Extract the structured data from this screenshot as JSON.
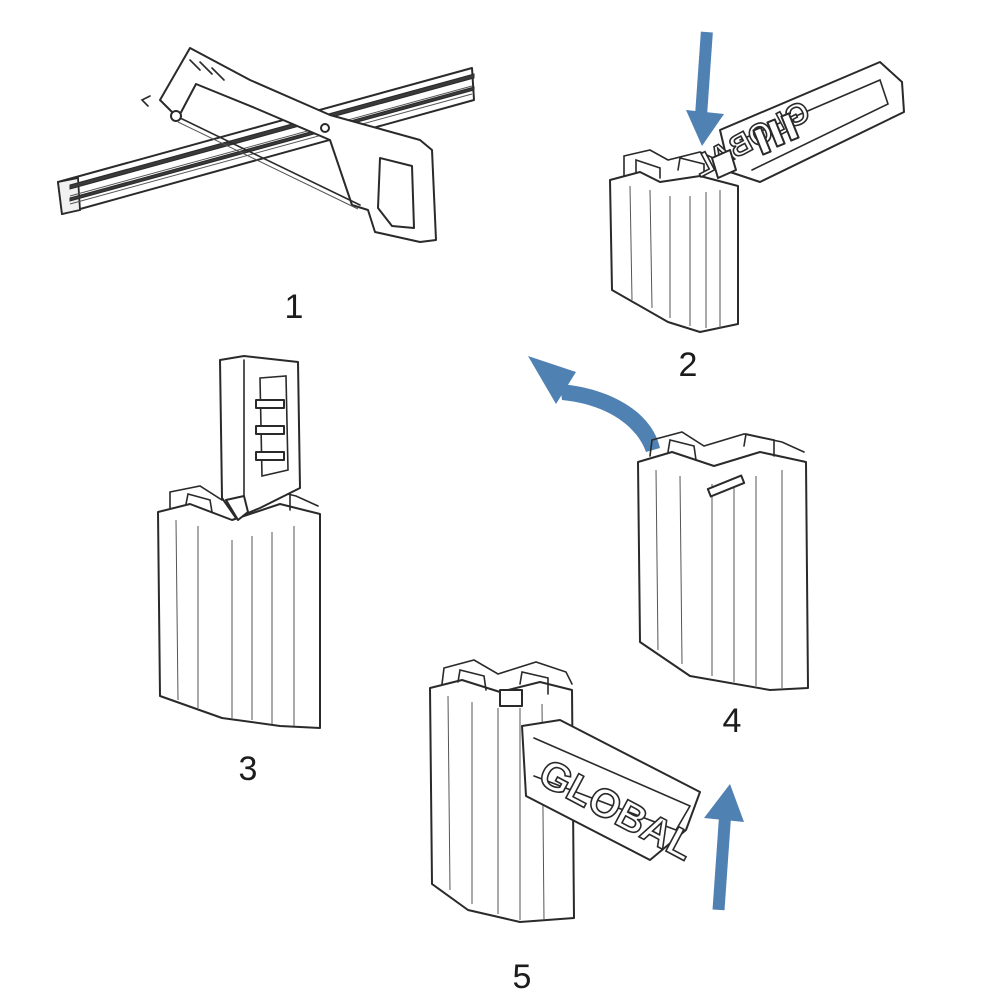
{
  "steps": [
    {
      "number": "1"
    },
    {
      "number": "2"
    },
    {
      "number": "3"
    },
    {
      "number": "4"
    },
    {
      "number": "5"
    }
  ],
  "logo_text": "GLOBAL",
  "arrow_color": "#5081b3",
  "line_color": "#2a2a2a",
  "icons": [
    "hacksaw-icon",
    "profile-bar-icon",
    "corner-connector-icon",
    "down-arrow-icon",
    "curved-arrow-icon",
    "up-arrow-icon"
  ]
}
